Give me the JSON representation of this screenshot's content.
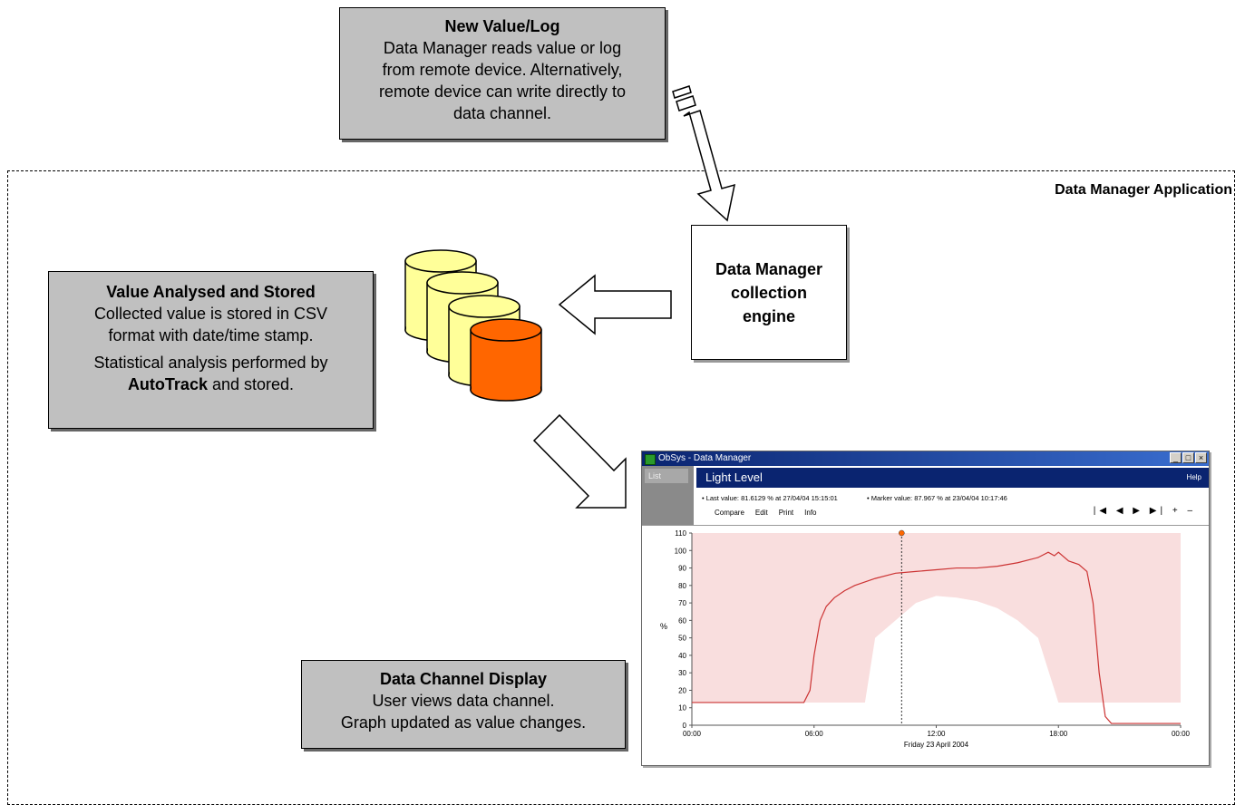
{
  "new_value_box": {
    "title": "New Value/Log",
    "body": "Data Manager reads value or log from remote device. Alternatively, remote device can write directly to data channel."
  },
  "app_label": "Data Manager Application",
  "engine_box": {
    "text": "Data Manager collection engine"
  },
  "analysed_box": {
    "title": "Value Analysed and Stored",
    "line1": "Collected value is stored in CSV format with date/time stamp.",
    "line2_pre": "Statistical analysis performed by",
    "line2_bold": "AutoTrack",
    "line2_post": "and stored."
  },
  "display_box": {
    "title": "Data Channel Display",
    "line1": "User views data channel.",
    "line2": "Graph updated as value changes."
  },
  "database_colors": {
    "stacked": "#ffff99",
    "highlight": "#ff6600"
  },
  "window": {
    "title": "ObSys - Data Manager",
    "buttons": [
      "_",
      "□",
      "×"
    ],
    "list_tab": "List",
    "channel_name": "Light Level",
    "help": "Help",
    "last_value": "• Last value: 81.6129 % at 27/04/04 15:15:01",
    "marker_value": "• Marker value: 87.967 % at 23/04/04 10:17:46",
    "menu": [
      "Compare",
      "Edit",
      "Print",
      "Info"
    ],
    "nav": "|◀ ◀ ▶ ▶| + –"
  },
  "chart_data": {
    "type": "line",
    "ylabel": "%",
    "xlabel": "Friday 23 April 2004",
    "ylim": [
      0,
      110
    ],
    "yticks": [
      0,
      10,
      20,
      30,
      40,
      50,
      60,
      70,
      80,
      90,
      100,
      110
    ],
    "xticks": [
      "00:00",
      "06:00",
      "12:00",
      "18:00",
      "00:00"
    ],
    "marker_hour": 10.3,
    "series": [
      {
        "name": "value",
        "color": "#cc3333",
        "points": [
          [
            0,
            13
          ],
          [
            5.5,
            13
          ],
          [
            5.8,
            20
          ],
          [
            6,
            40
          ],
          [
            6.3,
            60
          ],
          [
            6.6,
            68
          ],
          [
            7,
            73
          ],
          [
            7.5,
            77
          ],
          [
            8,
            80
          ],
          [
            9,
            84
          ],
          [
            10,
            87
          ],
          [
            11,
            88
          ],
          [
            12,
            89
          ],
          [
            13,
            90
          ],
          [
            14,
            90
          ],
          [
            15,
            91
          ],
          [
            16,
            93
          ],
          [
            17,
            96
          ],
          [
            17.5,
            99
          ],
          [
            17.8,
            97
          ],
          [
            18,
            99
          ],
          [
            18.5,
            94
          ],
          [
            19,
            92
          ],
          [
            19.4,
            88
          ],
          [
            19.7,
            70
          ],
          [
            20,
            30
          ],
          [
            20.3,
            5
          ],
          [
            20.6,
            1
          ],
          [
            24,
            1
          ]
        ]
      }
    ],
    "band_upper": [
      [
        0,
        110
      ],
      [
        24,
        110
      ]
    ],
    "band_lower": [
      [
        0,
        13
      ],
      [
        8.5,
        13
      ],
      [
        9,
        50
      ],
      [
        10,
        60
      ],
      [
        11,
        70
      ],
      [
        12,
        74
      ],
      [
        13,
        73
      ],
      [
        14,
        71
      ],
      [
        15,
        67
      ],
      [
        16,
        60
      ],
      [
        17,
        50
      ],
      [
        18,
        13
      ],
      [
        21,
        13
      ],
      [
        24,
        13
      ]
    ]
  }
}
